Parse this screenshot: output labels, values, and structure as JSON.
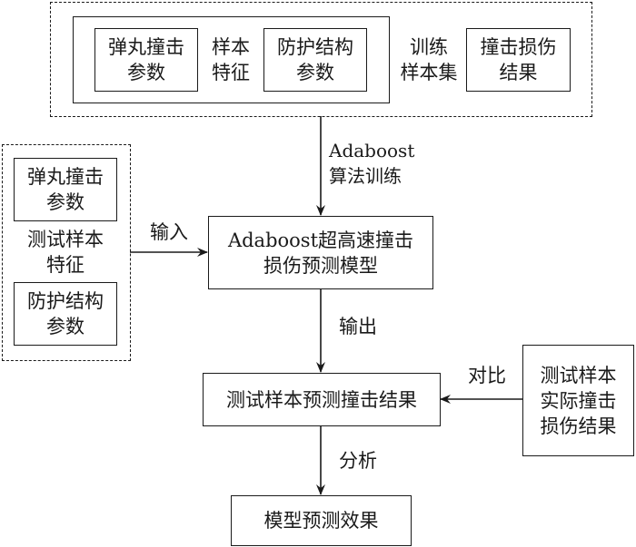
{
  "training_set": {
    "label": "训练\n样本集",
    "sample_features": {
      "label": "样本\n特征",
      "projectile_params": "弹丸撞击\n参数",
      "protection_params": "防护结构\n参数"
    },
    "impact_damage_result": "撞击损伤\n结果"
  },
  "training_arrow_label": "Adaboost\n算法训练",
  "test_features": {
    "label": "测试样本\n特征",
    "projectile_params": "弹丸撞击\n参数",
    "protection_params": "防护结构\n参数"
  },
  "input_arrow_label": "输入",
  "model_box": "Adaboost超高速撞击\n损伤预测模型",
  "output_arrow_label": "输出",
  "prediction_box": "测试样本预测撞击结果",
  "compare_arrow_label": "对比",
  "actual_result_box": "测试样本\n实际撞击\n损伤结果",
  "analysis_arrow_label": "分析",
  "effect_box": "模型预测效果"
}
